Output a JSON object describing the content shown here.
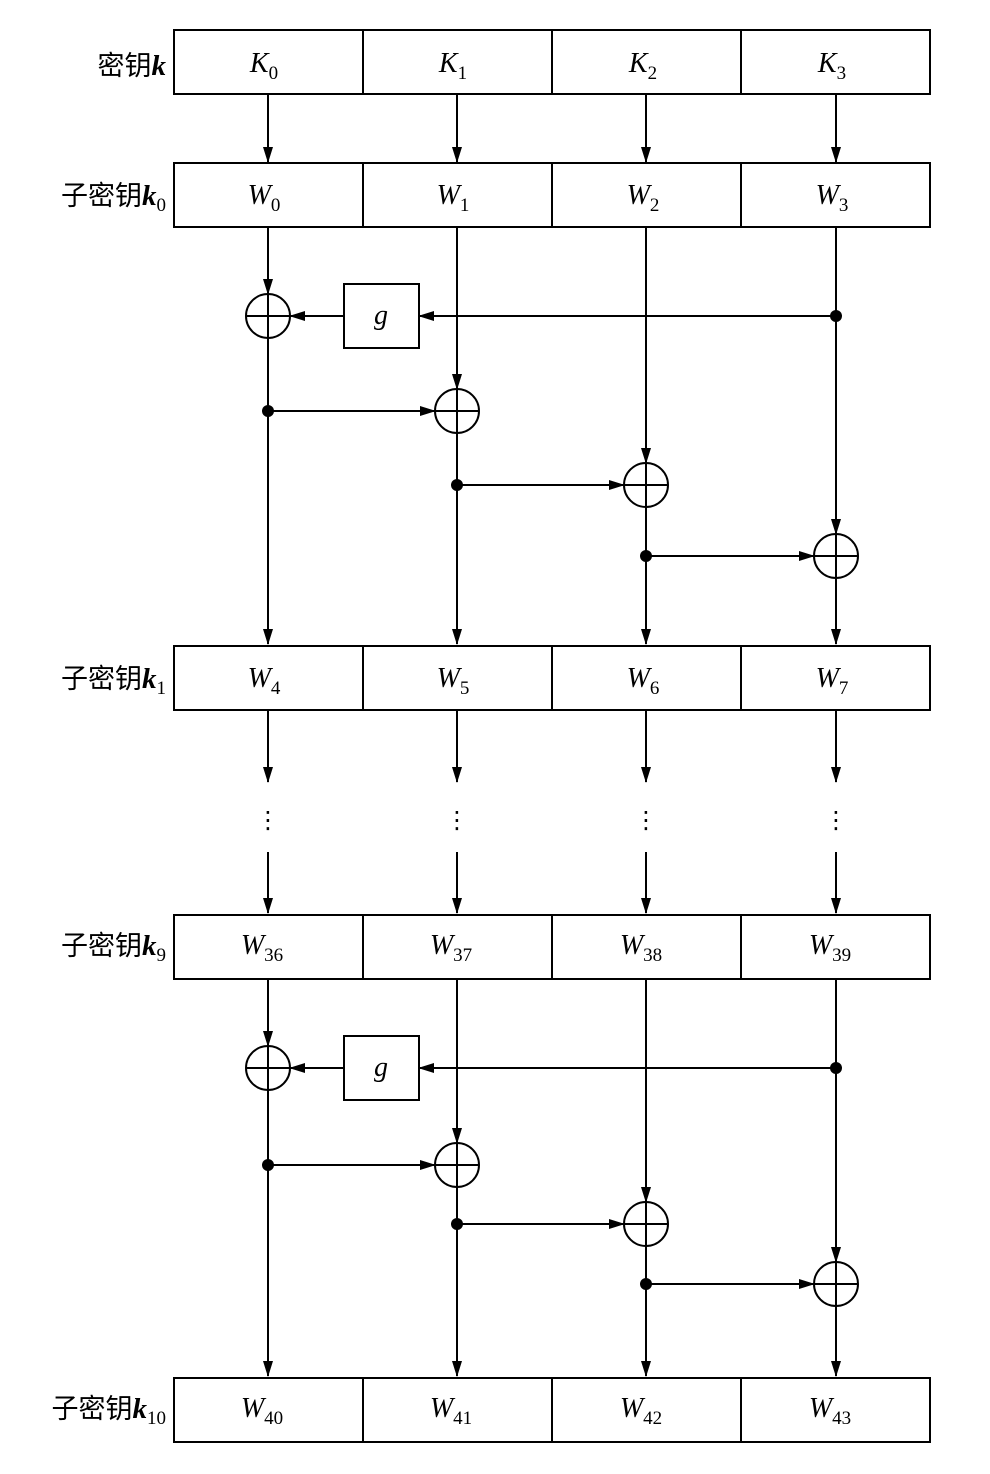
{
  "rows": [
    {
      "label_text": "密钥",
      "label_var": "k",
      "label_sub": "",
      "cells": [
        {
          "main": "K",
          "sub": "0"
        },
        {
          "main": "K",
          "sub": "1"
        },
        {
          "main": "K",
          "sub": "2"
        },
        {
          "main": "K",
          "sub": "3"
        }
      ]
    },
    {
      "label_text": "子密钥",
      "label_var": "k",
      "label_sub": "0",
      "cells": [
        {
          "main": "W",
          "sub": "0"
        },
        {
          "main": "W",
          "sub": "1"
        },
        {
          "main": "W",
          "sub": "2"
        },
        {
          "main": "W",
          "sub": "3"
        }
      ]
    },
    {
      "label_text": "子密钥",
      "label_var": "k",
      "label_sub": "1",
      "cells": [
        {
          "main": "W",
          "sub": "4"
        },
        {
          "main": "W",
          "sub": "5"
        },
        {
          "main": "W",
          "sub": "6"
        },
        {
          "main": "W",
          "sub": "7"
        }
      ]
    },
    {
      "label_text": "子密钥",
      "label_var": "k",
      "label_sub": "9",
      "cells": [
        {
          "main": "W",
          "sub": "36"
        },
        {
          "main": "W",
          "sub": "37"
        },
        {
          "main": "W",
          "sub": "38"
        },
        {
          "main": "W",
          "sub": "39"
        }
      ]
    },
    {
      "label_text": "子密钥",
      "label_var": "k",
      "label_sub": "10",
      "cells": [
        {
          "main": "W",
          "sub": "40"
        },
        {
          "main": "W",
          "sub": "41"
        },
        {
          "main": "W",
          "sub": "42"
        },
        {
          "main": "W",
          "sub": "43"
        }
      ]
    }
  ],
  "g_function_label": "g",
  "ellipsis": "⋮",
  "colors": {
    "stroke": "#000000",
    "background": "#ffffff"
  }
}
